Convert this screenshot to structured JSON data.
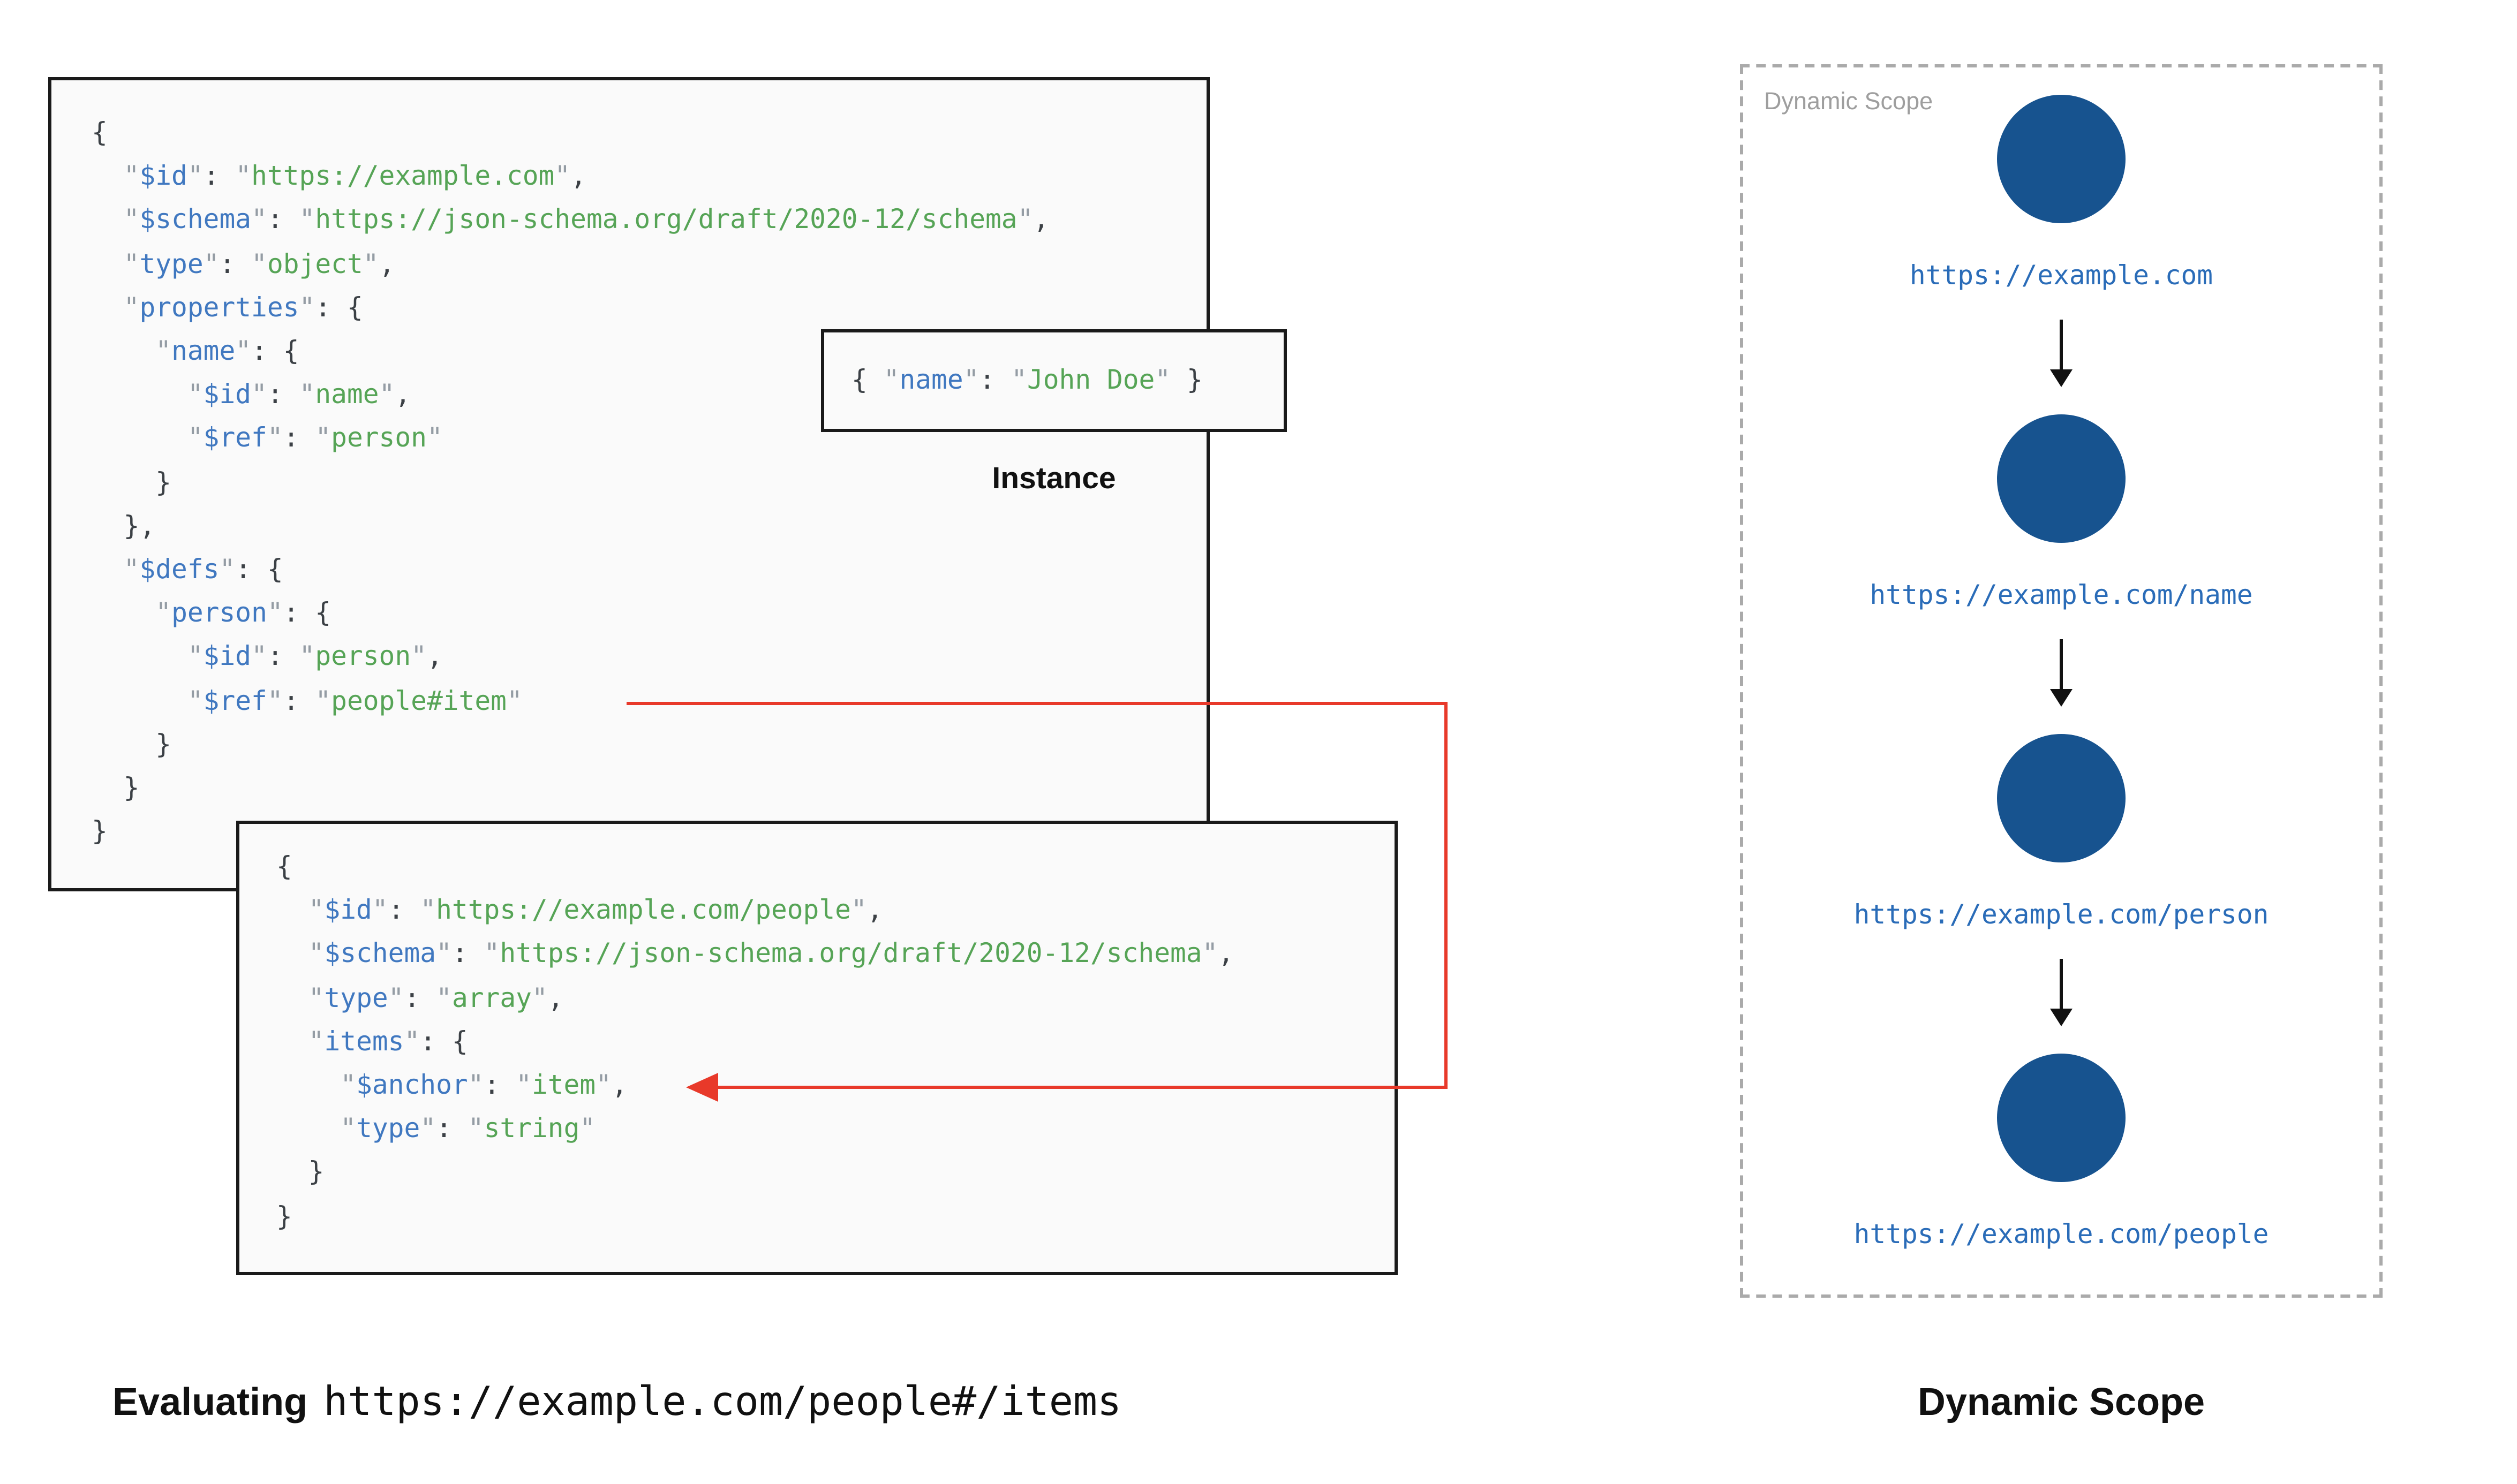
{
  "colors": {
    "key": "#4078c0",
    "value": "#56a456",
    "punct": "#3b4045",
    "quote": "#949ca4",
    "url": "#2a6cb8",
    "circle": "#17538f",
    "red_arrow": "#e8392a",
    "arrow_black": "#111111",
    "box_border": "#1a1a1a",
    "box_bg": "#fafafa",
    "panel_border": "#aaaaaa",
    "panel_label": "#9e9e9e"
  },
  "schema1": {
    "lines": [
      [
        [
          "p",
          "{"
        ]
      ],
      [
        [
          "p",
          "  "
        ],
        [
          "q",
          "\""
        ],
        [
          "k",
          "$id"
        ],
        [
          "q",
          "\""
        ],
        [
          "p",
          ": "
        ],
        [
          "q",
          "\""
        ],
        [
          "v",
          "https://example.com"
        ],
        [
          "q",
          "\""
        ],
        [
          "p",
          ","
        ]
      ],
      [
        [
          "p",
          "  "
        ],
        [
          "q",
          "\""
        ],
        [
          "k",
          "$schema"
        ],
        [
          "q",
          "\""
        ],
        [
          "p",
          ": "
        ],
        [
          "q",
          "\""
        ],
        [
          "v",
          "https://json-schema.org/draft/2020-12/schema"
        ],
        [
          "q",
          "\""
        ],
        [
          "p",
          ","
        ]
      ],
      [
        [
          "p",
          "  "
        ],
        [
          "q",
          "\""
        ],
        [
          "k",
          "type"
        ],
        [
          "q",
          "\""
        ],
        [
          "p",
          ": "
        ],
        [
          "q",
          "\""
        ],
        [
          "v",
          "object"
        ],
        [
          "q",
          "\""
        ],
        [
          "p",
          ","
        ]
      ],
      [
        [
          "p",
          "  "
        ],
        [
          "q",
          "\""
        ],
        [
          "k",
          "properties"
        ],
        [
          "q",
          "\""
        ],
        [
          "p",
          ": {"
        ]
      ],
      [
        [
          "p",
          "    "
        ],
        [
          "q",
          "\""
        ],
        [
          "k",
          "name"
        ],
        [
          "q",
          "\""
        ],
        [
          "p",
          ": {"
        ]
      ],
      [
        [
          "p",
          "      "
        ],
        [
          "q",
          "\""
        ],
        [
          "k",
          "$id"
        ],
        [
          "q",
          "\""
        ],
        [
          "p",
          ": "
        ],
        [
          "q",
          "\""
        ],
        [
          "v",
          "name"
        ],
        [
          "q",
          "\""
        ],
        [
          "p",
          ","
        ]
      ],
      [
        [
          "p",
          "      "
        ],
        [
          "q",
          "\""
        ],
        [
          "k",
          "$ref"
        ],
        [
          "q",
          "\""
        ],
        [
          "p",
          ": "
        ],
        [
          "q",
          "\""
        ],
        [
          "v",
          "person"
        ],
        [
          "q",
          "\""
        ]
      ],
      [
        [
          "p",
          "    }"
        ]
      ],
      [
        [
          "p",
          "  },"
        ]
      ],
      [
        [
          "p",
          "  "
        ],
        [
          "q",
          "\""
        ],
        [
          "k",
          "$defs"
        ],
        [
          "q",
          "\""
        ],
        [
          "p",
          ": {"
        ]
      ],
      [
        [
          "p",
          "    "
        ],
        [
          "q",
          "\""
        ],
        [
          "k",
          "person"
        ],
        [
          "q",
          "\""
        ],
        [
          "p",
          ": {"
        ]
      ],
      [
        [
          "p",
          "      "
        ],
        [
          "q",
          "\""
        ],
        [
          "k",
          "$id"
        ],
        [
          "q",
          "\""
        ],
        [
          "p",
          ": "
        ],
        [
          "q",
          "\""
        ],
        [
          "v",
          "person"
        ],
        [
          "q",
          "\""
        ],
        [
          "p",
          ","
        ]
      ],
      [
        [
          "p",
          "      "
        ],
        [
          "q",
          "\""
        ],
        [
          "k",
          "$ref"
        ],
        [
          "q",
          "\""
        ],
        [
          "p",
          ": "
        ],
        [
          "q",
          "\""
        ],
        [
          "v",
          "people#item"
        ],
        [
          "q",
          "\""
        ]
      ],
      [
        [
          "p",
          "    }"
        ]
      ],
      [
        [
          "p",
          "  }"
        ]
      ],
      [
        [
          "p",
          "}"
        ]
      ]
    ]
  },
  "instance": {
    "label": "Instance",
    "lines": [
      [
        [
          "p",
          "{ "
        ],
        [
          "q",
          "\""
        ],
        [
          "k",
          "name"
        ],
        [
          "q",
          "\""
        ],
        [
          "p",
          ": "
        ],
        [
          "q",
          "\""
        ],
        [
          "v",
          "John Doe"
        ],
        [
          "q",
          "\""
        ],
        [
          "p",
          " }"
        ]
      ]
    ]
  },
  "schema2": {
    "lines": [
      [
        [
          "p",
          "{"
        ]
      ],
      [
        [
          "p",
          "  "
        ],
        [
          "q",
          "\""
        ],
        [
          "k",
          "$id"
        ],
        [
          "q",
          "\""
        ],
        [
          "p",
          ": "
        ],
        [
          "q",
          "\""
        ],
        [
          "v",
          "https://example.com/people"
        ],
        [
          "q",
          "\""
        ],
        [
          "p",
          ","
        ]
      ],
      [
        [
          "p",
          "  "
        ],
        [
          "q",
          "\""
        ],
        [
          "k",
          "$schema"
        ],
        [
          "q",
          "\""
        ],
        [
          "p",
          ": "
        ],
        [
          "q",
          "\""
        ],
        [
          "v",
          "https://json-schema.org/draft/2020-12/schema"
        ],
        [
          "q",
          "\""
        ],
        [
          "p",
          ","
        ]
      ],
      [
        [
          "p",
          "  "
        ],
        [
          "q",
          "\""
        ],
        [
          "k",
          "type"
        ],
        [
          "q",
          "\""
        ],
        [
          "p",
          ": "
        ],
        [
          "q",
          "\""
        ],
        [
          "v",
          "array"
        ],
        [
          "q",
          "\""
        ],
        [
          "p",
          ","
        ]
      ],
      [
        [
          "p",
          "  "
        ],
        [
          "q",
          "\""
        ],
        [
          "k",
          "items"
        ],
        [
          "q",
          "\""
        ],
        [
          "p",
          ": {"
        ]
      ],
      [
        [
          "p",
          "    "
        ],
        [
          "q",
          "\""
        ],
        [
          "k",
          "$anchor"
        ],
        [
          "q",
          "\""
        ],
        [
          "p",
          ": "
        ],
        [
          "q",
          "\""
        ],
        [
          "v",
          "item"
        ],
        [
          "q",
          "\""
        ],
        [
          "p",
          ","
        ]
      ],
      [
        [
          "p",
          "    "
        ],
        [
          "q",
          "\""
        ],
        [
          "k",
          "type"
        ],
        [
          "q",
          "\""
        ],
        [
          "p",
          ": "
        ],
        [
          "q",
          "\""
        ],
        [
          "v",
          "string"
        ],
        [
          "q",
          "\""
        ]
      ],
      [
        [
          "p",
          "  }"
        ]
      ],
      [
        [
          "p",
          "}"
        ]
      ]
    ]
  },
  "dynamic_scope": {
    "panel_label": "Dynamic Scope",
    "nodes": [
      {
        "url": "https://example.com"
      },
      {
        "url": "https://example.com/name"
      },
      {
        "url": "https://example.com/person"
      },
      {
        "url": "https://example.com/people"
      }
    ]
  },
  "captions": {
    "evaluating_label": "Evaluating",
    "evaluating_target": "https://example.com/people#/items",
    "dynamic_scope": "Dynamic Scope"
  }
}
